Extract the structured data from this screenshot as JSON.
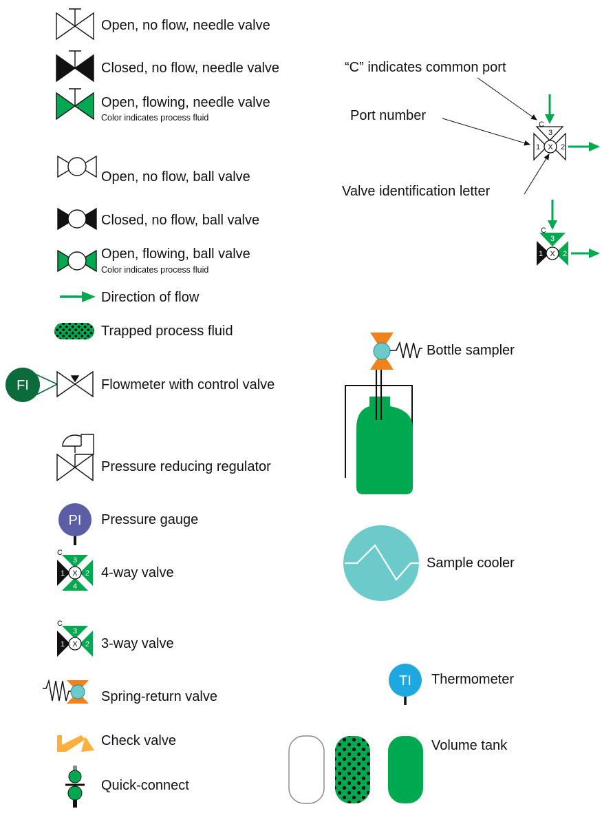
{
  "colors": {
    "process_fluid": "#00a94f",
    "closed_black": "#111111",
    "orange": "#f0821e",
    "teal": "#6ccacb",
    "check_yellow": "#fbb03b",
    "flowmeter_green": "#0b6b3a",
    "pressure_gauge_blue": "#5b5ea6",
    "thermometer_blue": "#1fa8e0",
    "quick_connect_grey": "#8a8a8a"
  },
  "legend": {
    "needle_open_noflow": "Open, no flow, needle valve",
    "needle_closed_noflow": "Closed, no flow, needle valve",
    "needle_open_flowing": "Open, flowing, needle valve",
    "needle_color_note": "Color indicates process fluid",
    "ball_open_noflow": "Open, no flow, ball valve",
    "ball_closed_noflow": "Closed, no flow, ball valve",
    "ball_open_flowing": "Open, flowing, ball valve",
    "ball_color_note": "Color indicates process fluid",
    "direction_of_flow": "Direction of flow",
    "trapped_fluid": "Trapped process fluid",
    "flowmeter": "Flowmeter with control valve",
    "pressure_regulator": "Pressure reducing regulator",
    "pressure_gauge": "Pressure gauge",
    "four_way_valve": "4-way valve",
    "three_way_valve": "3-way valve",
    "spring_return_valve": "Spring-return valve",
    "check_valve": "Check valve",
    "quick_connect": "Quick-connect",
    "bottle_sampler": "Bottle sampler",
    "sample_cooler": "Sample cooler",
    "thermometer": "Thermometer",
    "volume_tank": "Volume tank"
  },
  "annotations": {
    "common_port": "“C” indicates common port",
    "port_number": "Port number",
    "valve_id_letter": "Valve identification letter"
  },
  "instrument_tags": {
    "flowmeter": "FI",
    "pressure_gauge": "PI",
    "thermometer": "TI"
  },
  "valve_marks": {
    "common": "C",
    "id_letter": "X",
    "port_1": "1",
    "port_2": "2",
    "port_3": "3",
    "port_4": "4"
  }
}
